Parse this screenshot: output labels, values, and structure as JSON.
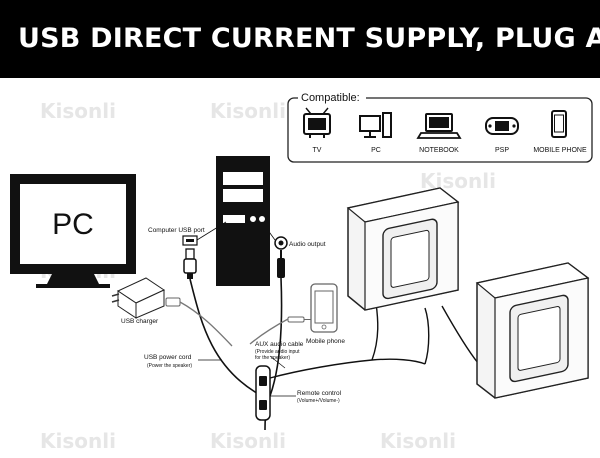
{
  "banner": {
    "title": "USB DIRECT CURRENT SUPPLY, PLUG AND PLA"
  },
  "watermark": "Kisonli",
  "compatible": {
    "heading": "Compatible:",
    "devices": [
      {
        "label": "TV",
        "icon": "tv-icon"
      },
      {
        "label": "PC",
        "icon": "pc-icon"
      },
      {
        "label": "NOTEBOOK",
        "icon": "notebook-icon"
      },
      {
        "label": "PSP",
        "icon": "psp-icon"
      },
      {
        "label": "MOBILE PHONE",
        "icon": "mobile-phone-icon"
      }
    ]
  },
  "diagram": {
    "pc_monitor_text": "PC",
    "computer_usb_port": "Computer USB port",
    "audio_output": "Audio output",
    "usb_charger": "USB charger",
    "mobile_phone": "Mobile phone",
    "usb_power_cord": "USB power cord",
    "usb_power_cord_note": "(Power the speaker)",
    "aux_audio_cable": "AUX  audio cable",
    "aux_audio_cable_note_1": "(Provide audio input",
    "aux_audio_cable_note_2": "for the speaker)",
    "remote_control": "Remote control",
    "remote_control_note": "(Volume+/Volume-)"
  }
}
